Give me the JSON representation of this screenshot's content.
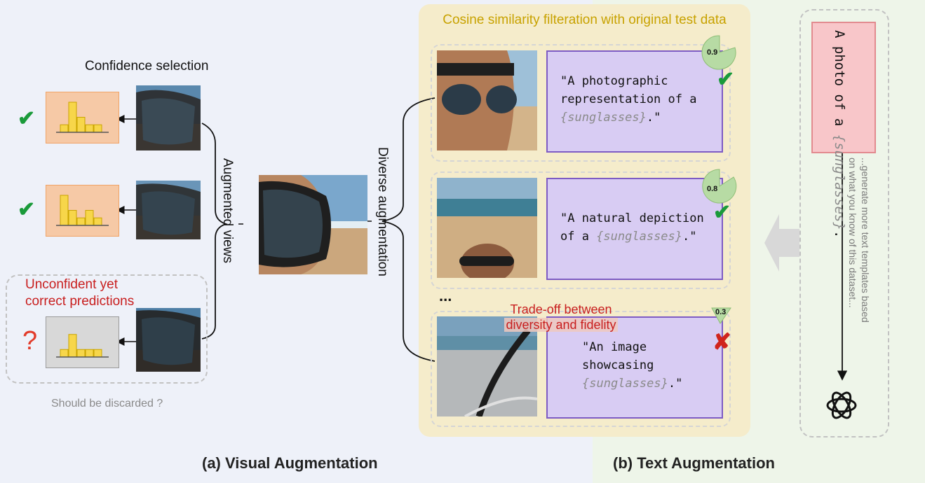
{
  "panel_a": {
    "title": "(a) Visual Augmentation",
    "confidence_selection": "Confidence selection",
    "augmented_views": "Augmented views",
    "unconfident_line1": "Unconfident yet",
    "unconfident_line2": "correct predictions",
    "question_mark": "?",
    "check_mark": "✔",
    "should_discard": "Should be discarded ?",
    "hist_values": [
      [
        1,
        4,
        2,
        1,
        1
      ],
      [
        4,
        2,
        1,
        2,
        1
      ],
      [
        1,
        3,
        1,
        1,
        1
      ]
    ]
  },
  "diverse_augmentation": "Diverse augmentation",
  "panel_cos": {
    "title": "Cosine similarity filteration with original test data",
    "ellipsis": "...",
    "tradeoff_line1": "Trade-off between",
    "tradeoff_line2": "diversity and fidelity",
    "cards": [
      {
        "score": "0.9",
        "pre": "\"A photographic representation of a ",
        "cls": "{sunglasses}",
        "post": ".\"",
        "verdict": "✔"
      },
      {
        "score": "0.8",
        "pre": "\"A natural depiction of a ",
        "cls": "{sunglasses}",
        "post": ".\"",
        "verdict": "✔"
      },
      {
        "score": "0.3",
        "pre": "\"An image showcasing ",
        "cls": "{sunglasses}",
        "post": ".\"",
        "verdict": "✘"
      }
    ]
  },
  "panel_b": {
    "title": "(b) Text Augmentation",
    "template_pre": "A photo of a ",
    "template_cls": "{sunglasses}",
    "template_post": ".",
    "gpt_line1": "...generate more text templates based",
    "gpt_line2": "on what you know of this dataset..."
  },
  "colors": {
    "check_green": "#1a9a3a",
    "cross_red": "#d0241b",
    "histogram_bar": "#f7d64a",
    "caption_purple": "#d8ccf3",
    "template_pink": "#f8c6c9",
    "yellow_panel": "#f5eccb"
  }
}
